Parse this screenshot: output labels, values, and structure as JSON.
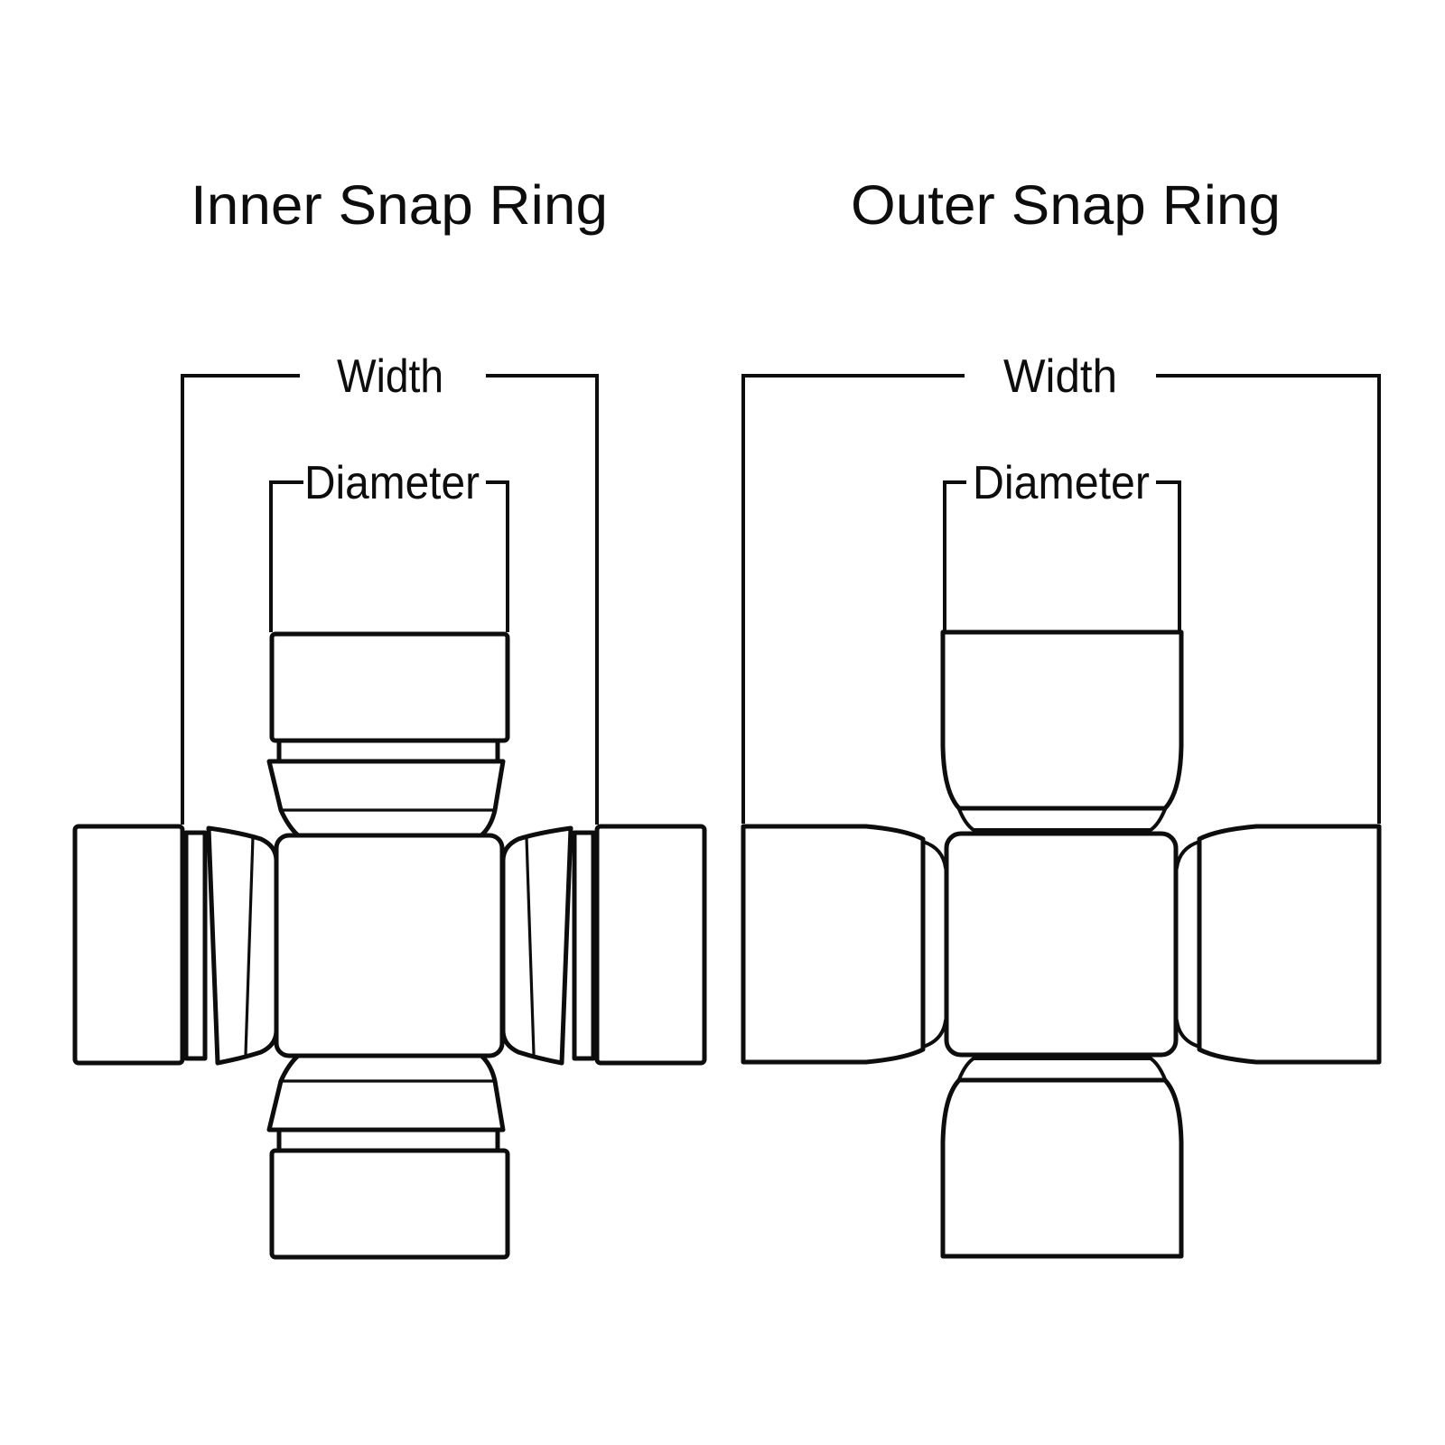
{
  "page": {
    "background": "#ffffff",
    "ink": "#0d0d0d"
  },
  "diagrams": {
    "inner": {
      "title": "Inner Snap Ring",
      "width_label": "Width",
      "diameter_label": "Diameter"
    },
    "outer": {
      "title": "Outer Snap Ring",
      "width_label": "Width",
      "diameter_label": "Diameter"
    }
  }
}
